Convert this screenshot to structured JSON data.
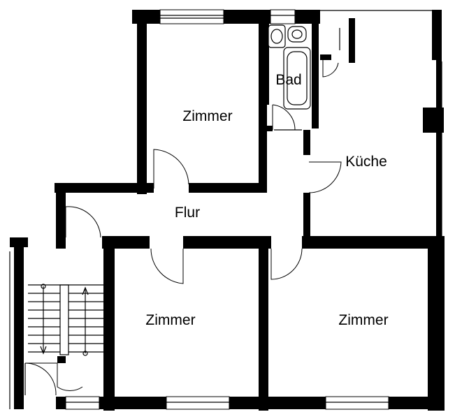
{
  "rooms": {
    "zimmer_top": "Zimmer",
    "bad": "Bad",
    "kueche": "Küche",
    "flur": "Flur",
    "zimmer_bottom_left": "Zimmer",
    "zimmer_bottom_right": "Zimmer"
  },
  "colors": {
    "walls": "#000000",
    "background": "#ffffff"
  }
}
